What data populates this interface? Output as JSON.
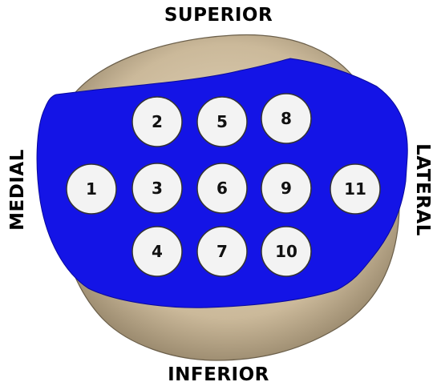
{
  "labels": {
    "superior": "SUPERIOR",
    "inferior": "INFERIOR",
    "medial": "MEDIAL",
    "lateral": "LATERAL"
  },
  "colors": {
    "bone": "#cbb99a",
    "region": "#1414e6",
    "zone_fill": "#f3f3f3"
  },
  "zones": [
    "1",
    "2",
    "3",
    "4",
    "5",
    "6",
    "7",
    "8",
    "9",
    "10",
    "11"
  ]
}
